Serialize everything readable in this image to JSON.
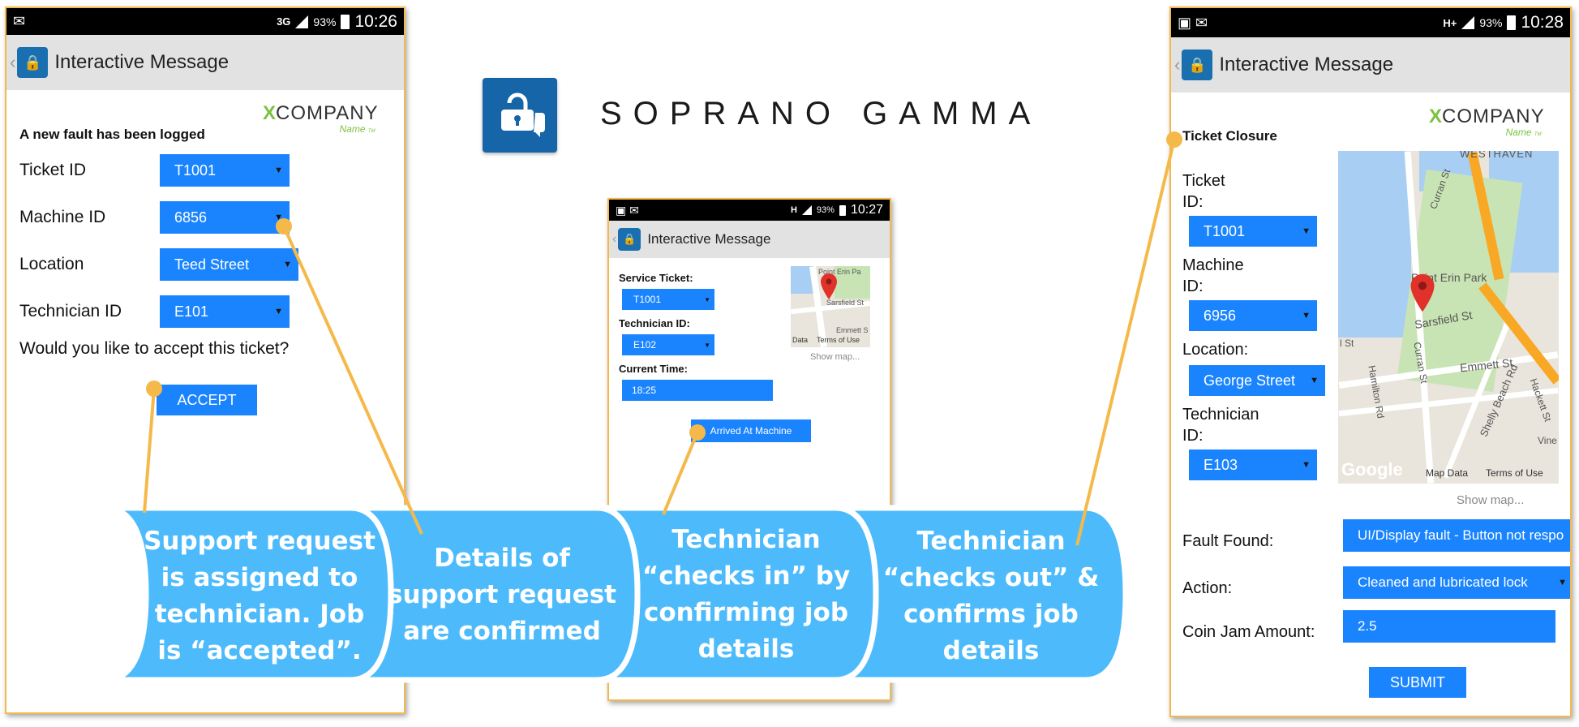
{
  "brand": {
    "name": "SOPRANO GAMMA",
    "logo_icon": "lock-chat-icon"
  },
  "company_logo": {
    "mark": "X",
    "word": "COMPANY",
    "sub": "Name",
    "sub_tm": "TM"
  },
  "phone1": {
    "status": {
      "network": "3G",
      "battery": "93%",
      "time": "10:26"
    },
    "app_title": "Interactive Message",
    "heading": "A new fault has been logged",
    "rows": [
      {
        "label": "Ticket ID",
        "value": "T1001"
      },
      {
        "label": "Machine ID",
        "value": "6856"
      },
      {
        "label": "Location",
        "value": "Teed Street"
      },
      {
        "label": "Technician ID",
        "value": "E101"
      }
    ],
    "question": "Would you like to accept this ticket?",
    "accept_label": "ACCEPT"
  },
  "phone2": {
    "status": {
      "network": "H",
      "battery": "93%",
      "time": "10:27"
    },
    "app_title": "Interactive Message",
    "service_ticket_label": "Service Ticket:",
    "service_ticket_value": "T1001",
    "technician_label": "Technician ID:",
    "technician_value": "E102",
    "current_time_label": "Current Time:",
    "current_time_value": "18:25",
    "arrived_label": "Arrived At Machine",
    "map": {
      "labels": [
        "Point Erin Pa",
        "Sarsfield St",
        "Emmett S",
        "Data",
        "Terms of Use"
      ]
    },
    "show_map": "Show map..."
  },
  "phone3": {
    "status": {
      "network": "H+",
      "battery": "93%",
      "time": "10:28"
    },
    "app_title": "Interactive Message",
    "heading": "Ticket Closure",
    "ticket_label_1": "Ticket",
    "ticket_label_2": "ID:",
    "ticket_value": "T1001",
    "machine_label_1": "Machine",
    "machine_label_2": "ID:",
    "machine_value": "6956",
    "location_label": "Location:",
    "location_value": "George Street",
    "tech_label_1": "Technician",
    "tech_label_2": "ID:",
    "tech_value": "E103",
    "map": {
      "labels": [
        "WESTHAVEN",
        "Curran St",
        "Point Erin Park",
        "Sarsfield St",
        "Emmett St",
        "Shelly Beach Rd",
        "Hackett St",
        "Hamilton Rd",
        "Curran St",
        "Vine",
        "Map Data",
        "Terms of Use",
        "Google",
        "l St"
      ]
    },
    "show_map": "Show map...",
    "fault_label": "Fault Found:",
    "fault_value": "UI/Display fault - Button not respo",
    "action_label": "Action:",
    "action_value": "Cleaned and lubricated lock",
    "coin_label": "Coin Jam Amount:",
    "coin_value": "2.5",
    "submit_label": "SUBMIT"
  },
  "steps": [
    {
      "lines": [
        "Support request",
        "is assigned to",
        "technician. Job",
        "is “accepted”."
      ]
    },
    {
      "lines": [
        "Details of",
        "support request",
        "are confirmed"
      ]
    },
    {
      "lines": [
        "Technician",
        "“checks in” by",
        "confirming job",
        "details"
      ]
    },
    {
      "lines": [
        "Technician",
        "“checks out” &",
        "confirms job",
        "details"
      ]
    }
  ],
  "colors": {
    "band": "#4dbbfb",
    "control": "#1a84ff",
    "pointer": "#f5b94a",
    "appbar": "#e2e2e2",
    "app_icon": "#1a6fb0"
  }
}
